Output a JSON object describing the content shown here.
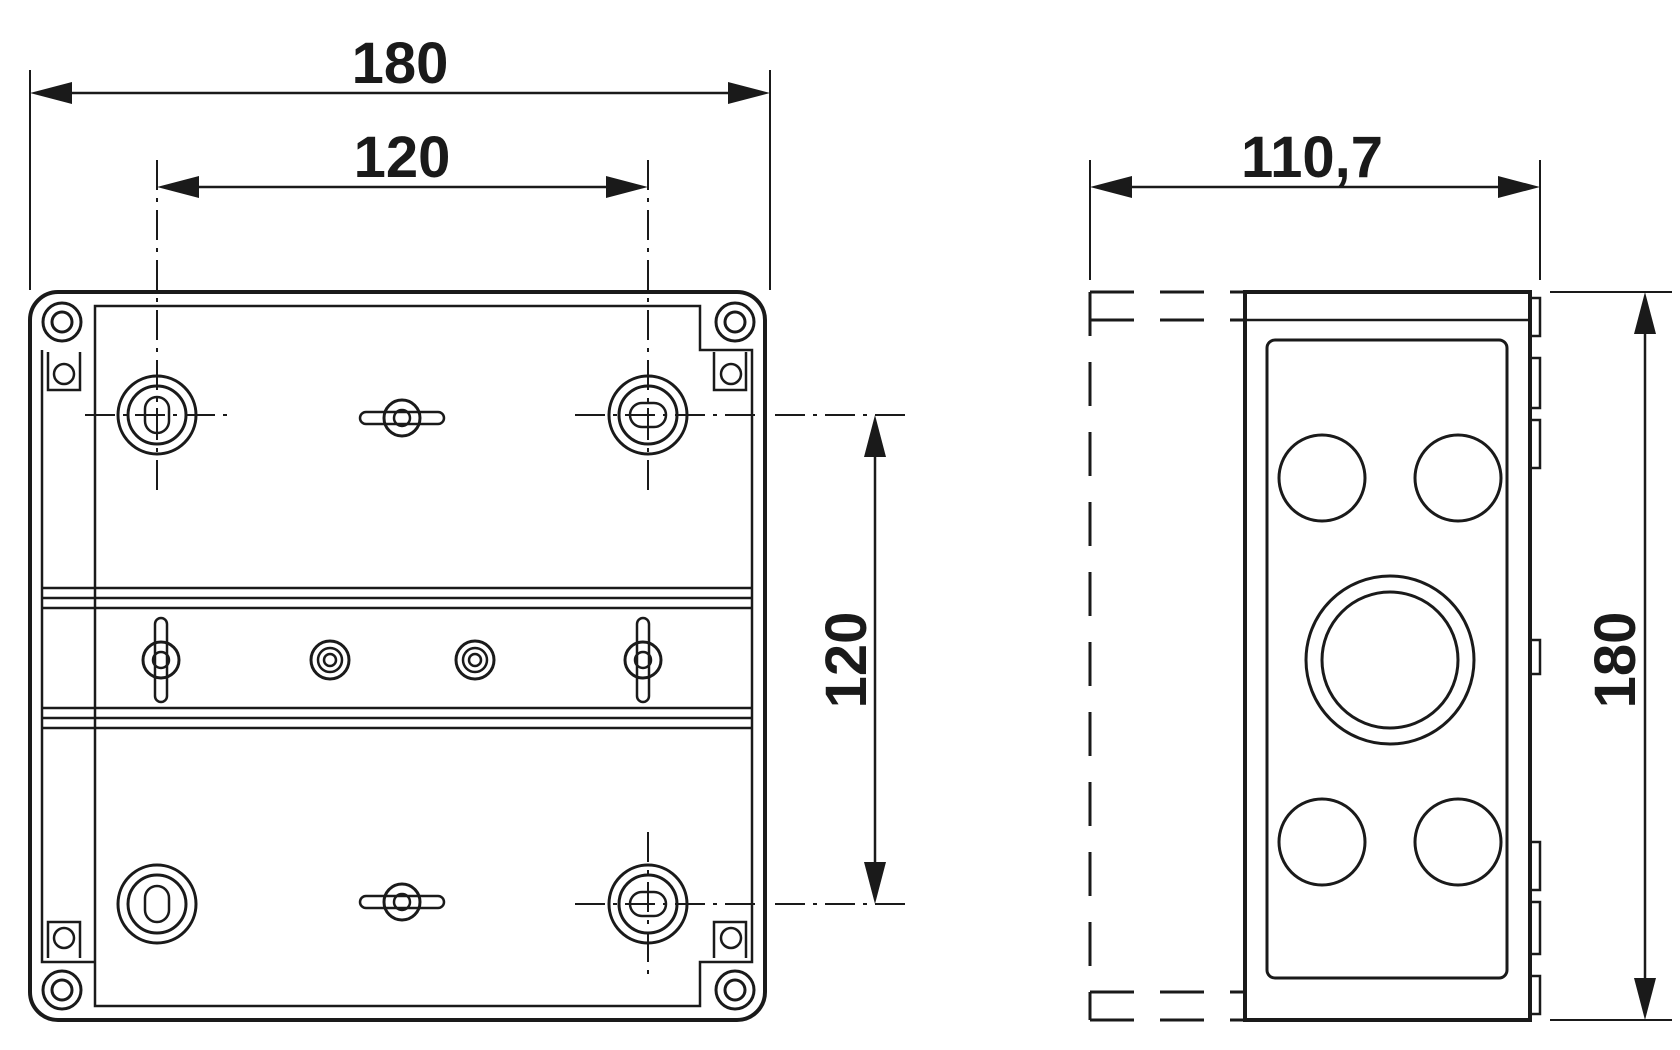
{
  "dimensions": {
    "front_width": "180",
    "front_hole_spacing_horizontal": "120",
    "front_hole_spacing_vertical": "120",
    "side_depth": "110,7",
    "side_height": "180"
  }
}
